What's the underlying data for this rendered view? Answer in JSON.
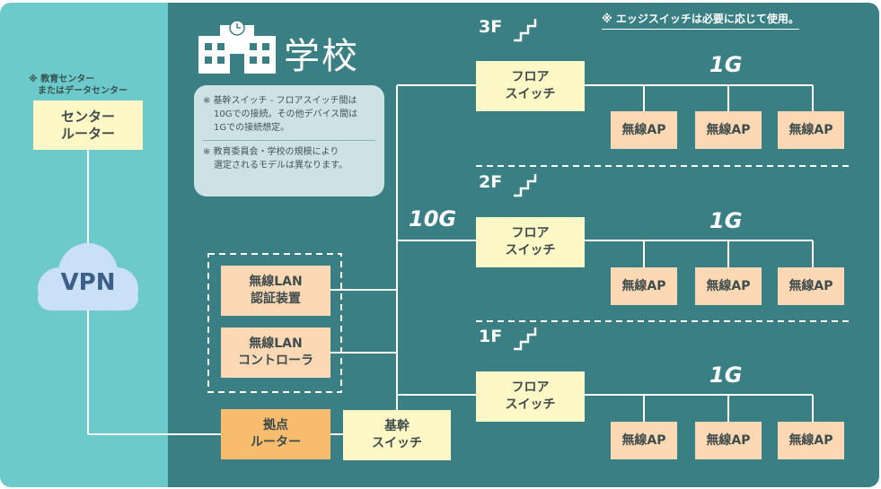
{
  "left": {
    "note": "※ 教育センター\n　またはデータセンター",
    "center_router": "センター\nルーター",
    "vpn": "VPN"
  },
  "school": {
    "title": "学校",
    "edge_note": "※ エッジスイッチは必要に応じて使用。",
    "notes": [
      "※ 基幹スイッチ - フロアスイッチ間は\n10Gでの接続。その他デバイス間は\n1Gでの接続想定。",
      "※ 教育委員会・学校の規模により\n選定されるモデルは異なります。"
    ],
    "uplink_speed": "10G",
    "floors": [
      {
        "label": "3F",
        "switch": "フロア\nスイッチ",
        "speed": "1G",
        "aps": [
          "無線AP",
          "無線AP",
          "無線AP"
        ]
      },
      {
        "label": "2F",
        "switch": "フロア\nスイッチ",
        "speed": "1G",
        "aps": [
          "無線AP",
          "無線AP",
          "無線AP"
        ]
      },
      {
        "label": "1F",
        "switch": "フロア\nスイッチ",
        "speed": "1G",
        "aps": [
          "無線AP",
          "無線AP",
          "無線AP"
        ]
      }
    ],
    "wlan_auth": "無線LAN\n認証装置",
    "wlan_controller": "無線LAN\nコントローラ",
    "core_switch": "基幹\nスイッチ",
    "site_router": "拠点\nルーター"
  },
  "colors": {
    "left_panel": "#6ccbca",
    "right_panel": "#3a7f84",
    "device_yellow": "#fef8c7",
    "device_peach": "#fdd8b5",
    "router_orange": "#f8bc6e",
    "vpn_cloud": "#c9e0f7"
  },
  "icons": [
    "school-building-icon",
    "stairs-icon",
    "cloud-icon"
  ]
}
